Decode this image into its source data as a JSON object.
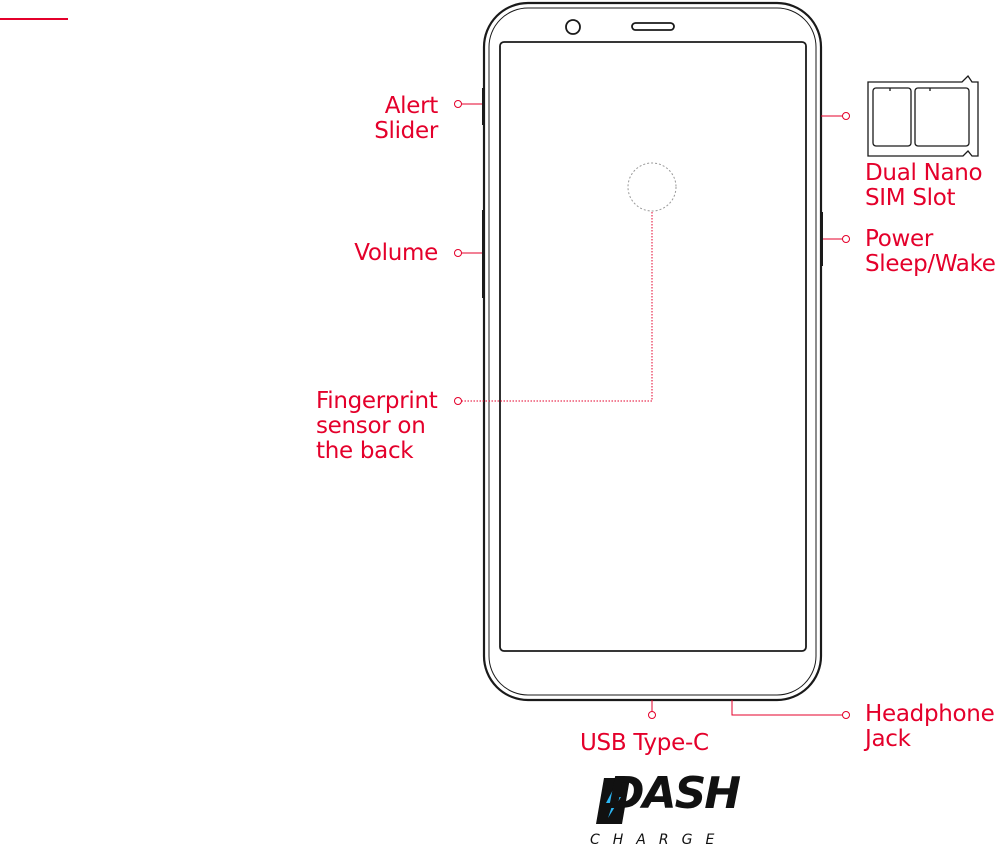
{
  "labels": {
    "alert_slider": [
      "Alert",
      "Slider"
    ],
    "volume": [
      "Volume"
    ],
    "fingerprint": [
      "Fingerprint",
      "sensor on",
      "the back"
    ],
    "sim_slot": [
      "Dual Nano",
      "SIM Slot"
    ],
    "power": [
      "Power",
      "Sleep/Wake"
    ],
    "usb": [
      "USB Type-C"
    ],
    "headphone": [
      "Headphone",
      "Jack"
    ]
  },
  "logo": {
    "word": "DASH",
    "sub": "CHARGE"
  },
  "colors": {
    "accent": "#e4002b",
    "outline": "#1a1a1a"
  },
  "icons": [
    "phone-outline",
    "sim-tray-icon",
    "fingerprint-sensor-icon",
    "bolt-icon"
  ]
}
